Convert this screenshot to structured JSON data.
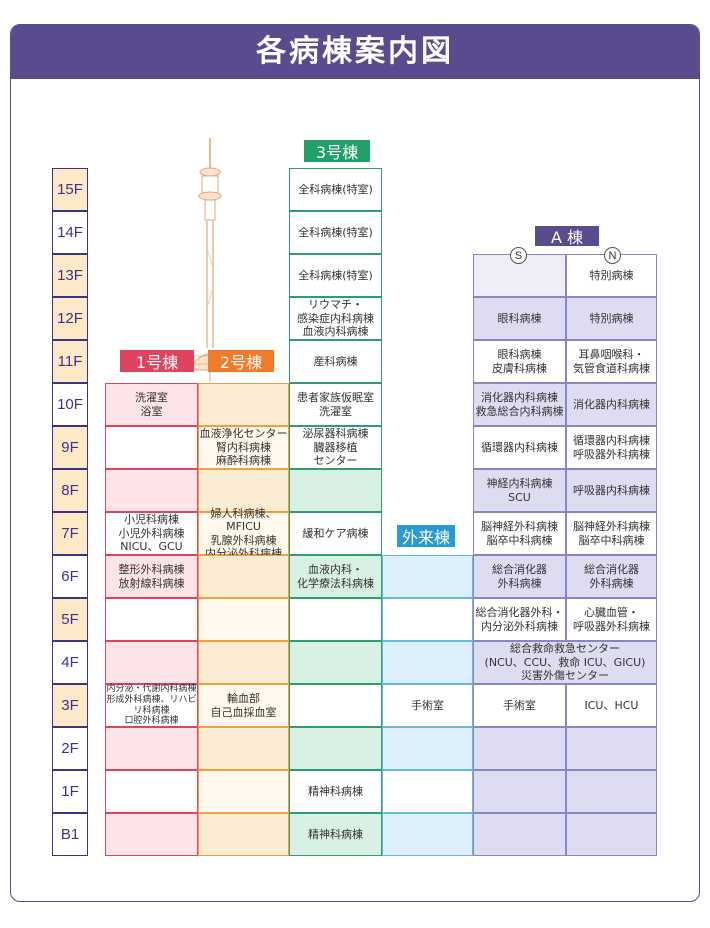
{
  "title": "各病棟案内図",
  "buildings": {
    "b1": {
      "label": "1号棟",
      "color": "#e0435e"
    },
    "b2": {
      "label": "2号棟",
      "color": "#f07b2a"
    },
    "b3": {
      "label": "3号棟",
      "color": "#21a06a"
    },
    "outpatient": {
      "label": "外来棟",
      "color": "#2a9ad6"
    },
    "a": {
      "label": "A 棟",
      "color": "#5a4a8e",
      "south_mark": "S",
      "north_mark": "N"
    }
  },
  "floors": [
    {
      "label": "15F",
      "ward": true
    },
    {
      "label": "14F",
      "ward": false
    },
    {
      "label": "13F",
      "ward": true
    },
    {
      "label": "12F",
      "ward": true
    },
    {
      "label": "11F",
      "ward": true
    },
    {
      "label": "10F",
      "ward": false
    },
    {
      "label": "9F",
      "ward": true
    },
    {
      "label": "8F",
      "ward": true
    },
    {
      "label": "7F",
      "ward": true
    },
    {
      "label": "6F",
      "ward": false
    },
    {
      "label": "5F",
      "ward": true
    },
    {
      "label": "4F",
      "ward": false
    },
    {
      "label": "3F",
      "ward": true
    },
    {
      "label": "2F",
      "ward": false
    },
    {
      "label": "1F",
      "ward": false
    },
    {
      "label": "B1",
      "ward": false
    }
  ],
  "cells": {
    "b1": {
      "10F": "洗濯室\n浴室",
      "7F": "小児科病棟\n小児外科病棟\nNICU、GCU",
      "6F": "整形外科病棟\n放射線科病棟",
      "3F": "内分泌・代謝内科病棟\n形成外科病棟、リハビリ科病棟\n口腔外科病棟"
    },
    "b2": {
      "9F": "血液浄化センター\n腎内科病棟\n麻酔科病棟",
      "7F": "婦人科病棟、MFICU\n乳腺外科病棟\n内分泌外科病棟",
      "3F": "輸血部\n自己血採血室"
    },
    "b3": {
      "15F": "全科病棟(特室)",
      "14F": "全科病棟(特室)",
      "13F": "全科病棟(特室)",
      "12F": "リウマチ・\n感染症内科病棟\n血液内科病棟",
      "11F": "産科病棟",
      "10F": "患者家族仮眠室\n洗濯室",
      "9F": "泌尿器科病棟\n臓器移植\nセンター",
      "7F": "緩和ケア病棟",
      "6F": "血液内科・\n化学療法科病棟",
      "1F": "精神科病棟",
      "B1": "精神科病棟"
    },
    "outpatient": {
      "3F": "手術室"
    },
    "a_s": {
      "12F": "眼科病棟",
      "11F": "眼科病棟\n皮膚科病棟",
      "10F": "消化器内科病棟\n救急総合内科病棟",
      "9F": "循環器内科病棟",
      "8F": "神経内科病棟\nSCU",
      "7F": "脳神経外科病棟\n脳卒中科病棟",
      "6F": "総合消化器\n外科病棟",
      "5F": "総合消化器外科・\n内分泌外科病棟",
      "3F": "手術室"
    },
    "a_n": {
      "13F": "特別病棟",
      "12F": "特別病棟",
      "11F": "耳鼻咽喉科・\n気管食道科病棟",
      "10F": "消化器内科病棟",
      "9F": "循環器内科病棟\n呼吸器外科病棟",
      "8F": "呼吸器内科病棟",
      "7F": "脳神経外科病棟\n脳卒中科病棟",
      "6F": "総合消化器\n外科病棟",
      "5F": "心臓血管・\n呼吸器外科病棟",
      "3F": "ICU、HCU"
    },
    "a_full": {
      "4F": "総合救命救急センター\n(NCU、CCU、救命 ICU、GICU)\n災害外傷センター"
    }
  }
}
